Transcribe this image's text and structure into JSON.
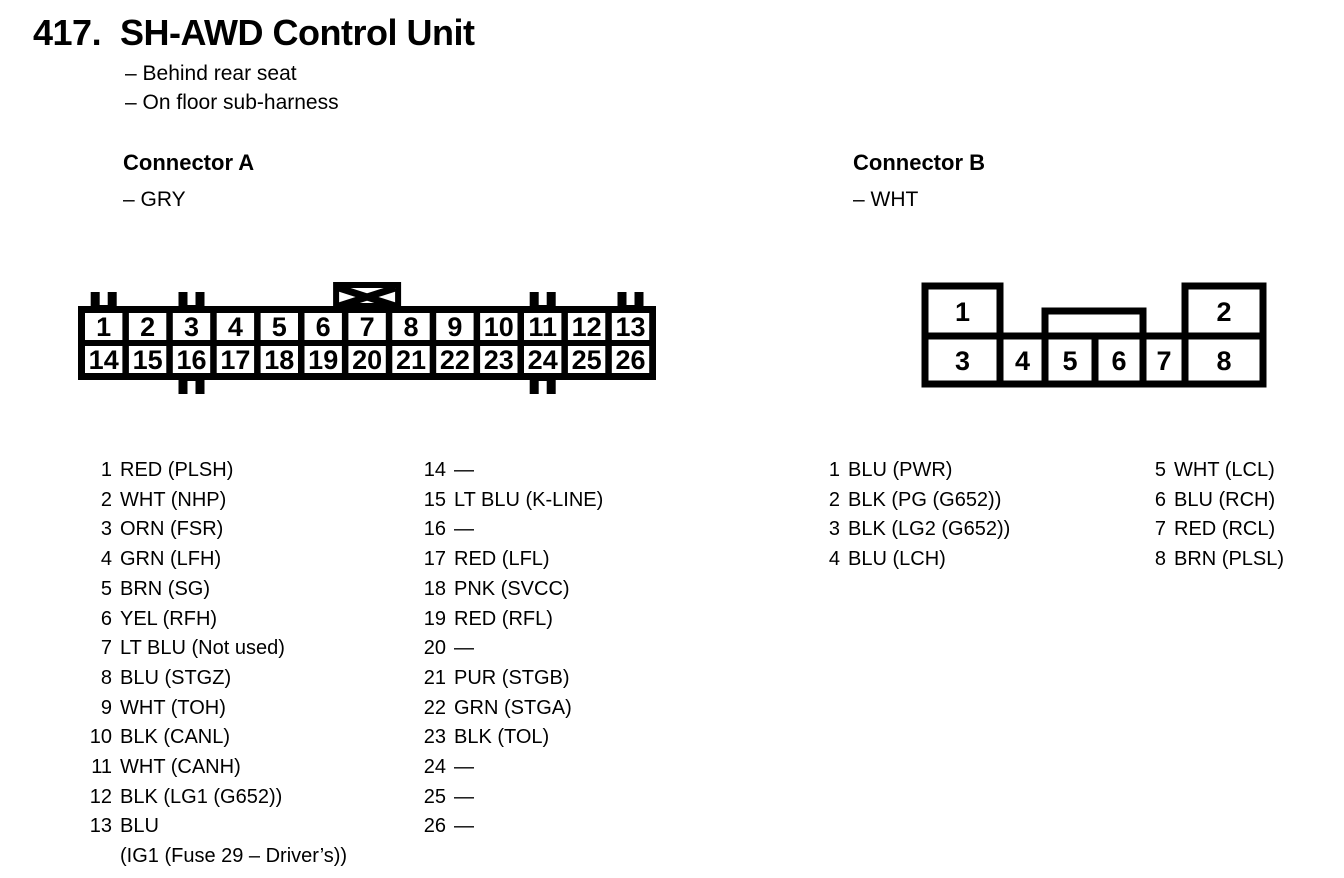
{
  "colors": {
    "ink": "#000000",
    "paper": "#ffffff"
  },
  "page": {
    "section_number": "417.",
    "title": "SH-AWD Control Unit",
    "notes": [
      "– Behind rear seat",
      "– On floor sub-harness"
    ]
  },
  "connector_a": {
    "heading": "Connector A",
    "color_note": "– GRY",
    "diagram_row1": [
      "1",
      "2",
      "3",
      "4",
      "5",
      "6",
      "7",
      "8",
      "9",
      "10",
      "11",
      "12",
      "13"
    ],
    "diagram_row2": [
      "14",
      "15",
      "16",
      "17",
      "18",
      "19",
      "20",
      "21",
      "22",
      "23",
      "24",
      "25",
      "26"
    ],
    "pins_col1": [
      {
        "num": "1",
        "desc": "RED (PLSH)"
      },
      {
        "num": "2",
        "desc": "WHT (NHP)"
      },
      {
        "num": "3",
        "desc": "ORN (FSR)"
      },
      {
        "num": "4",
        "desc": "GRN (LFH)"
      },
      {
        "num": "5",
        "desc": "BRN (SG)"
      },
      {
        "num": "6",
        "desc": "YEL (RFH)"
      },
      {
        "num": "7",
        "desc": "LT BLU (Not used)"
      },
      {
        "num": "8",
        "desc": "BLU (STGZ)"
      },
      {
        "num": "9",
        "desc": "WHT (TOH)"
      },
      {
        "num": "10",
        "desc": "BLK (CANL)"
      },
      {
        "num": "11",
        "desc": "WHT (CANH)"
      },
      {
        "num": "12",
        "desc": "BLK (LG1 (G652))"
      },
      {
        "num": "13",
        "desc": "BLU"
      }
    ],
    "pin13_note": "(IG1 (Fuse 29 – Driver’s))",
    "pins_col2": [
      {
        "num": "14",
        "desc": "—"
      },
      {
        "num": "15",
        "desc": "LT BLU (K-LINE)"
      },
      {
        "num": "16",
        "desc": "—"
      },
      {
        "num": "17",
        "desc": "RED (LFL)"
      },
      {
        "num": "18",
        "desc": "PNK (SVCC)"
      },
      {
        "num": "19",
        "desc": "RED (RFL)"
      },
      {
        "num": "20",
        "desc": "—"
      },
      {
        "num": "21",
        "desc": "PUR (STGB)"
      },
      {
        "num": "22",
        "desc": "GRN (STGA)"
      },
      {
        "num": "23",
        "desc": "BLK (TOL)"
      },
      {
        "num": "24",
        "desc": "—"
      },
      {
        "num": "25",
        "desc": "—"
      },
      {
        "num": "26",
        "desc": "—"
      }
    ]
  },
  "connector_b": {
    "heading": "Connector B",
    "color_note": "– WHT",
    "diagram_top": [
      "1",
      "2"
    ],
    "diagram_bottom": [
      "3",
      "4",
      "5",
      "6",
      "7",
      "8"
    ],
    "pins_col1": [
      {
        "num": "1",
        "desc": "BLU (PWR)"
      },
      {
        "num": "2",
        "desc": "BLK (PG (G652))"
      },
      {
        "num": "3",
        "desc": "BLK (LG2 (G652))"
      },
      {
        "num": "4",
        "desc": "BLU (LCH)"
      }
    ],
    "pins_col2": [
      {
        "num": "5",
        "desc": "WHT (LCL)"
      },
      {
        "num": "6",
        "desc": "BLU (RCH)"
      },
      {
        "num": "7",
        "desc": "RED (RCL)"
      },
      {
        "num": "8",
        "desc": "BRN (PLSL)"
      }
    ]
  }
}
